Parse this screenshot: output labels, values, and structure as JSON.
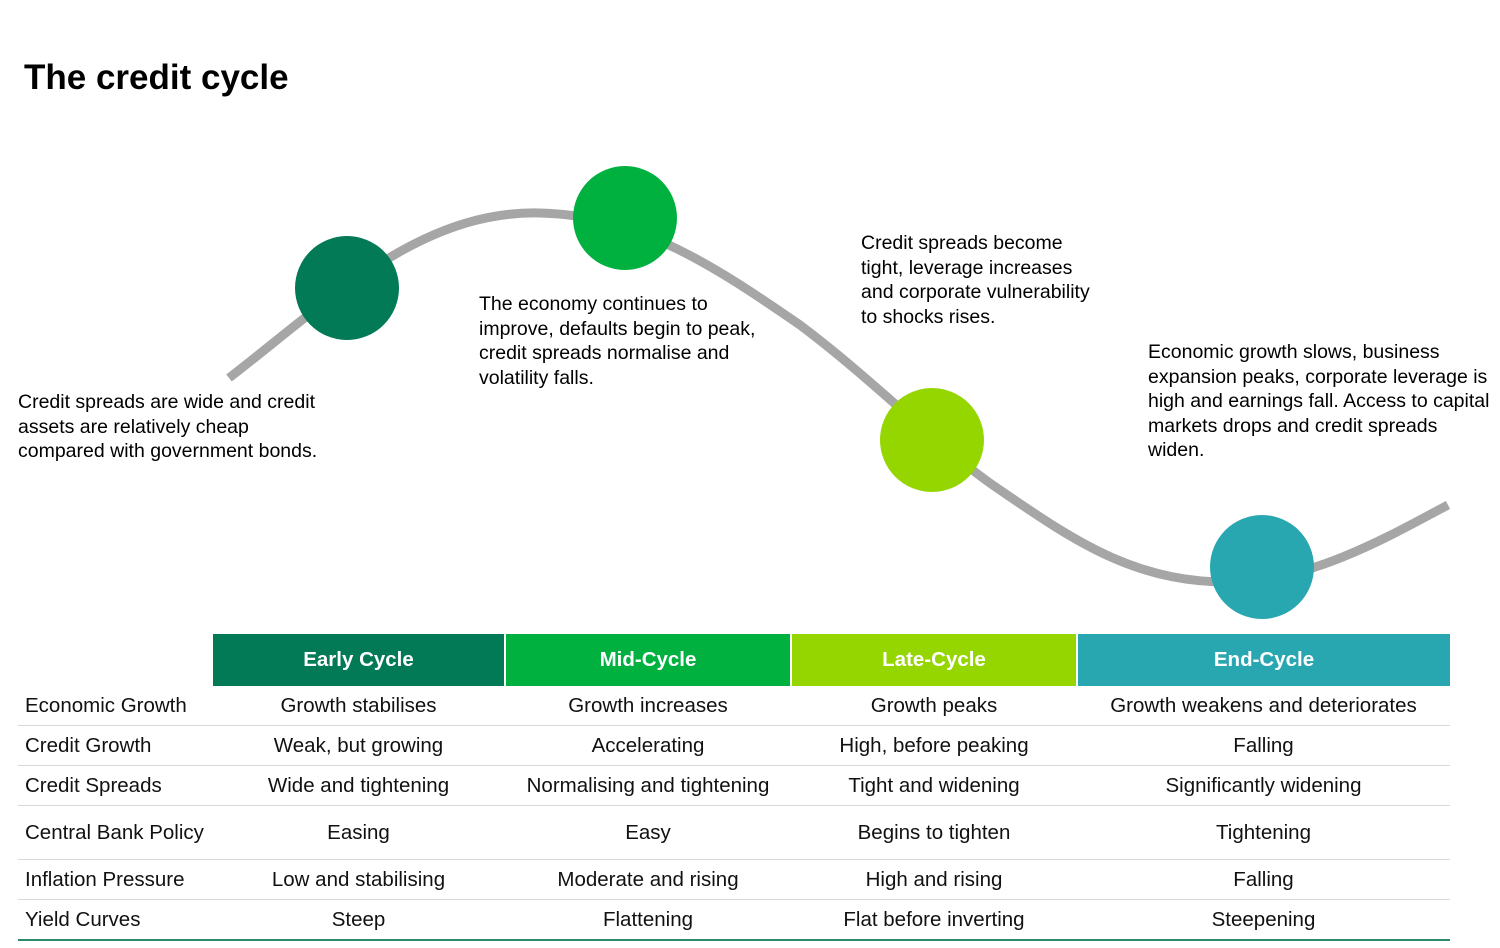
{
  "title": "The credit cycle",
  "colors": {
    "early": "#017A55",
    "mid": "#00B140",
    "late": "#95D600",
    "end": "#29A7B0",
    "curve": "#a6a6a6"
  },
  "descriptions": [
    "Credit spreads are wide and credit assets are relatively cheap compared with government bonds.",
    "The economy continues to improve, defaults begin to peak, credit spreads normalise and volatility falls.",
    "Credit spreads become tight, leverage increases and corporate vulnerability to shocks rises.",
    "Economic growth slows, business expansion peaks, corporate leverage is high and earnings fall. Access to capital markets drops and credit spreads widen."
  ],
  "phases": [
    "Early Cycle",
    "Mid-Cycle",
    "Late-Cycle",
    "End-Cycle"
  ],
  "rows": [
    {
      "label": "Economic Growth",
      "values": [
        "Growth stabilises",
        "Growth increases",
        "Growth peaks",
        "Growth weakens and deteriorates"
      ]
    },
    {
      "label": "Credit Growth",
      "values": [
        "Weak, but growing",
        "Accelerating",
        "High, before peaking",
        "Falling"
      ]
    },
    {
      "label": "Credit Spreads",
      "values": [
        "Wide and tightening",
        "Normalising and tightening",
        "Tight and widening",
        "Significantly widening"
      ]
    },
    {
      "label": "Central Bank Policy",
      "values": [
        "Easing",
        "Easy",
        "Begins to tighten",
        "Tightening"
      ]
    },
    {
      "label": "Inflation Pressure",
      "values": [
        "Low and stabilising",
        "Moderate and rising",
        "High and rising",
        "Falling"
      ]
    },
    {
      "label": "Yield Curves",
      "values": [
        "Steep",
        "Flattening",
        "Flat before inverting",
        "Steepening"
      ]
    }
  ]
}
